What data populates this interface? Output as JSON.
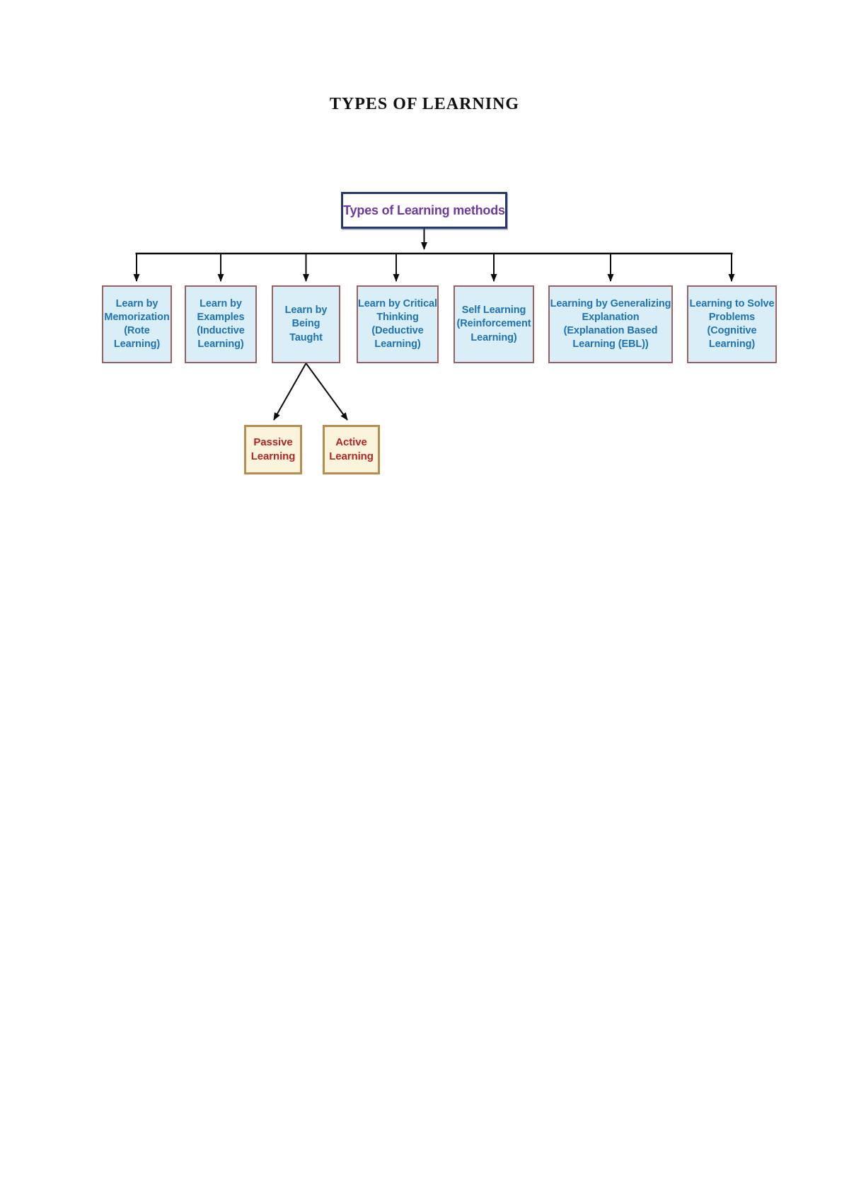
{
  "page": {
    "title": "TYPES OF LEARNING"
  },
  "colors": {
    "node-fill": "#daeef7",
    "node-border": "#9a6163",
    "node-text": "#1d73b6",
    "root-border": "#24386b",
    "root-text": "#6d3a9d",
    "leaf-fill": "#fbf4dd",
    "leaf-border": "#b98d52",
    "leaf-text": "#b32524",
    "arrow": "#0c0c0c",
    "page-bg": "#ffffff"
  },
  "diagram": {
    "root": {
      "label": "Types of Learning methods"
    },
    "children": [
      {
        "label": "Learn by\nMemorization\n(Rote\nLearning)"
      },
      {
        "label": "Learn by\nExamples\n(Inductive\nLearning)"
      },
      {
        "label": "Learn by\nBeing\nTaught"
      },
      {
        "label": "Learn by Critical\nThinking\n(Deductive\nLearning)"
      },
      {
        "label": "Self Learning\n(Reinforcement\nLearning)"
      },
      {
        "label": "Learning by Generalizing\nExplanation\n(Explanation Based\nLearning (EBL))"
      },
      {
        "label": "Learning to Solve\nProblems\n(Cognitive\nLearning)"
      }
    ],
    "leaves": [
      {
        "label": "Passive\nLearning"
      },
      {
        "label": "Active\nLearning"
      }
    ]
  }
}
